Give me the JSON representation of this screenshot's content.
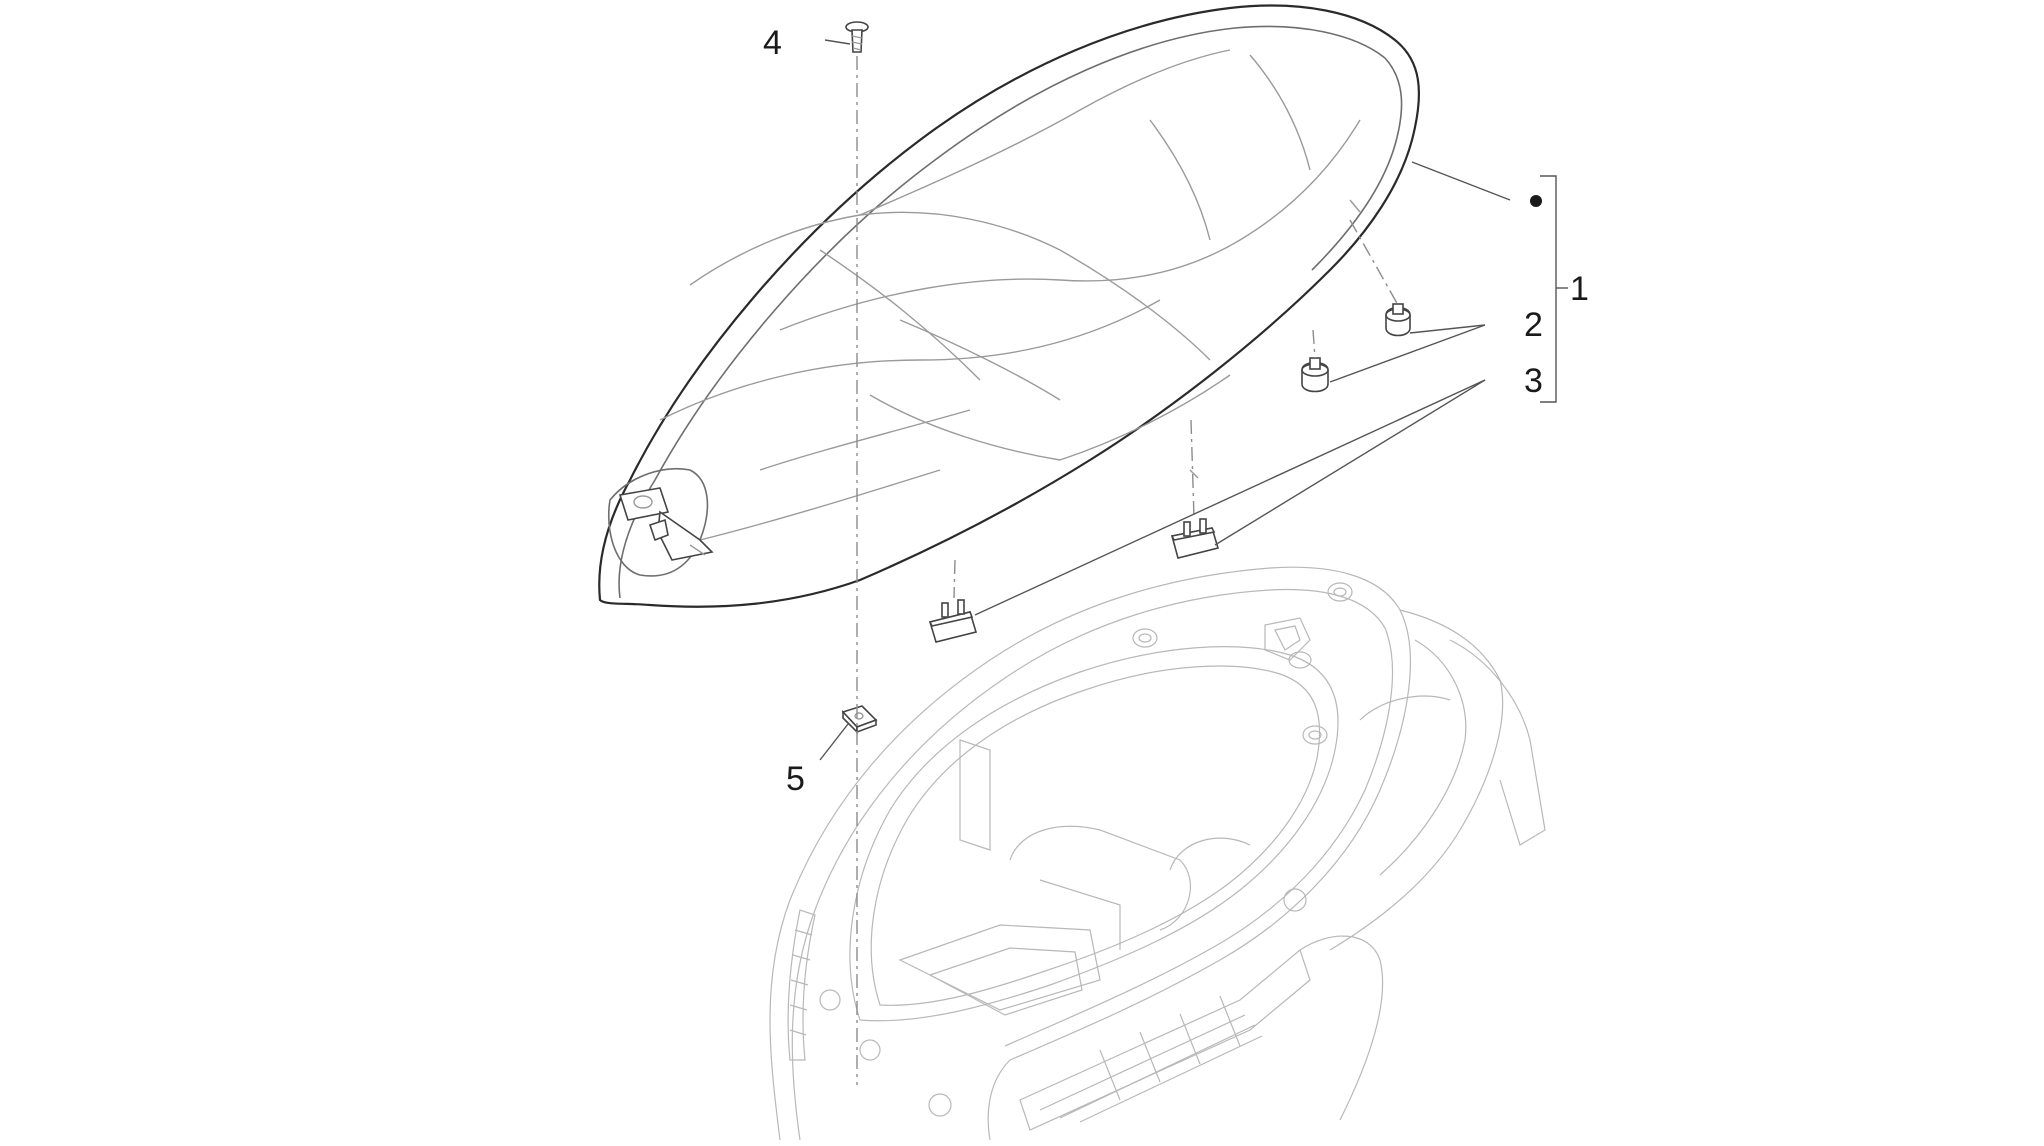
{
  "callouts": {
    "c1": "1",
    "c2": "2",
    "c3": "3",
    "c4": "4",
    "c5": "5"
  },
  "colors": {
    "line": "#2a2a2a",
    "body_outline": "#b8b8b8",
    "background": "#ffffff"
  }
}
